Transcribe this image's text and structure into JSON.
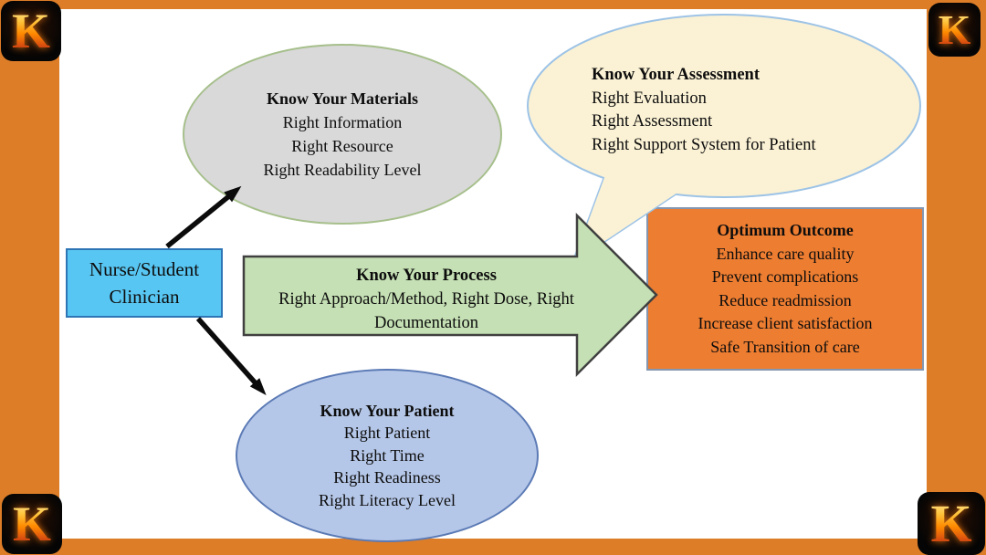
{
  "frame": {
    "border_color": "#DD7D28",
    "inner_background": "#FFFFFF"
  },
  "logos": {
    "letter": "K",
    "style": "flaming-letter-on-black-rounded-square"
  },
  "actor": {
    "line1": "Nurse/Student",
    "line2": "Clinician",
    "fill": "#58C6F2",
    "border": "#2E75B6"
  },
  "materials": {
    "title": "Know Your Materials",
    "items": [
      "Right Information",
      "Right Resource",
      "Right Readability Level"
    ],
    "fill": "#D9D9D9",
    "border": "#A6BF8B"
  },
  "assessment": {
    "title": "Know Your Assessment",
    "items": [
      "Right Evaluation",
      "Right Assessment",
      "Right Support System for Patient"
    ],
    "fill": "#FBF2D5",
    "border": "#9DC3E6"
  },
  "process": {
    "title": "Know Your Process",
    "body": "Right Approach/Method, Right Dose, Right Documentation",
    "fill": "#C5E0B4",
    "border": "#404040"
  },
  "outcome": {
    "title": "Optimum Outcome",
    "items": [
      "Enhance care quality",
      "Prevent complications",
      "Reduce readmission",
      "Increase client satisfaction",
      "Safe Transition of care"
    ],
    "fill": "#ED7D31",
    "border": "#8496B0"
  },
  "patient": {
    "title": "Know Your Patient",
    "items": [
      "Right Patient",
      "Right Time",
      "Right Readiness",
      "Right Literacy Level"
    ],
    "fill": "#B5C7E8",
    "border": "#5B7AB5"
  },
  "connectors": {
    "color": "#0B0B0B"
  }
}
